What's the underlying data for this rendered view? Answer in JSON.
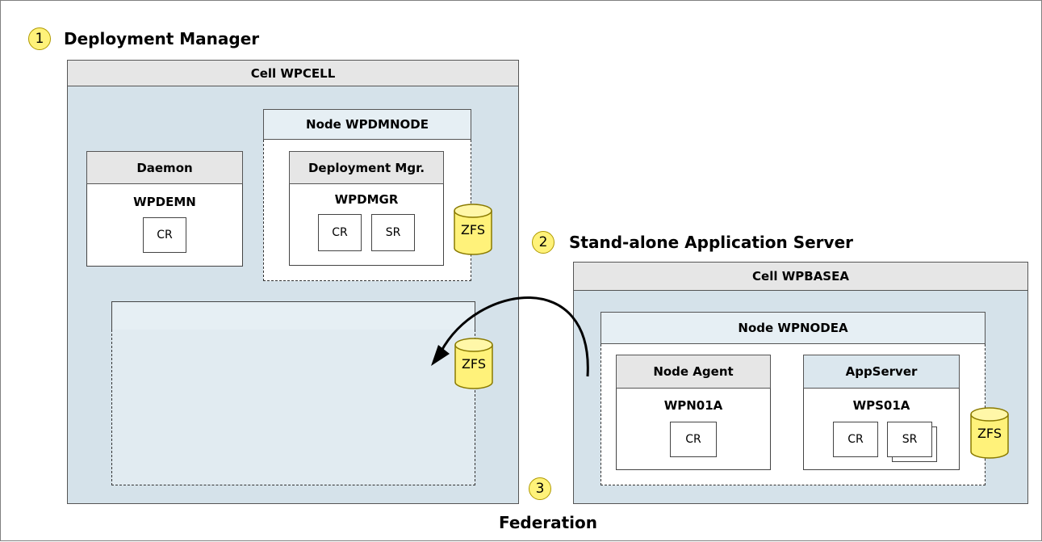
{
  "dm": {
    "number": "1",
    "title": "Deployment Manager"
  },
  "sa": {
    "number": "2",
    "title": "Stand-alone Application Server"
  },
  "federation": {
    "number": "3",
    "label": "Federation"
  },
  "cell_wpcell": {
    "header": "Cell WPCELL"
  },
  "node_wpdmnode": {
    "header": "Node WPDMNODE"
  },
  "daemon": {
    "header": "Daemon",
    "name": "WPDEMN",
    "cr": "CR"
  },
  "dmgr": {
    "header": "Deployment Mgr.",
    "name": "WPDMGR",
    "cr": "CR",
    "sr": "SR"
  },
  "zfs_label": "ZFS",
  "cell_wpbasea": {
    "header": "Cell WPBASEA"
  },
  "node_wpnodea": {
    "header": "Node WPNODEA"
  },
  "node_agent": {
    "header": "Node Agent",
    "name": "WPN01A",
    "cr": "CR"
  },
  "appserver": {
    "header": "AppServer",
    "name": "WPS01A",
    "cr": "CR",
    "sr": "SR"
  }
}
